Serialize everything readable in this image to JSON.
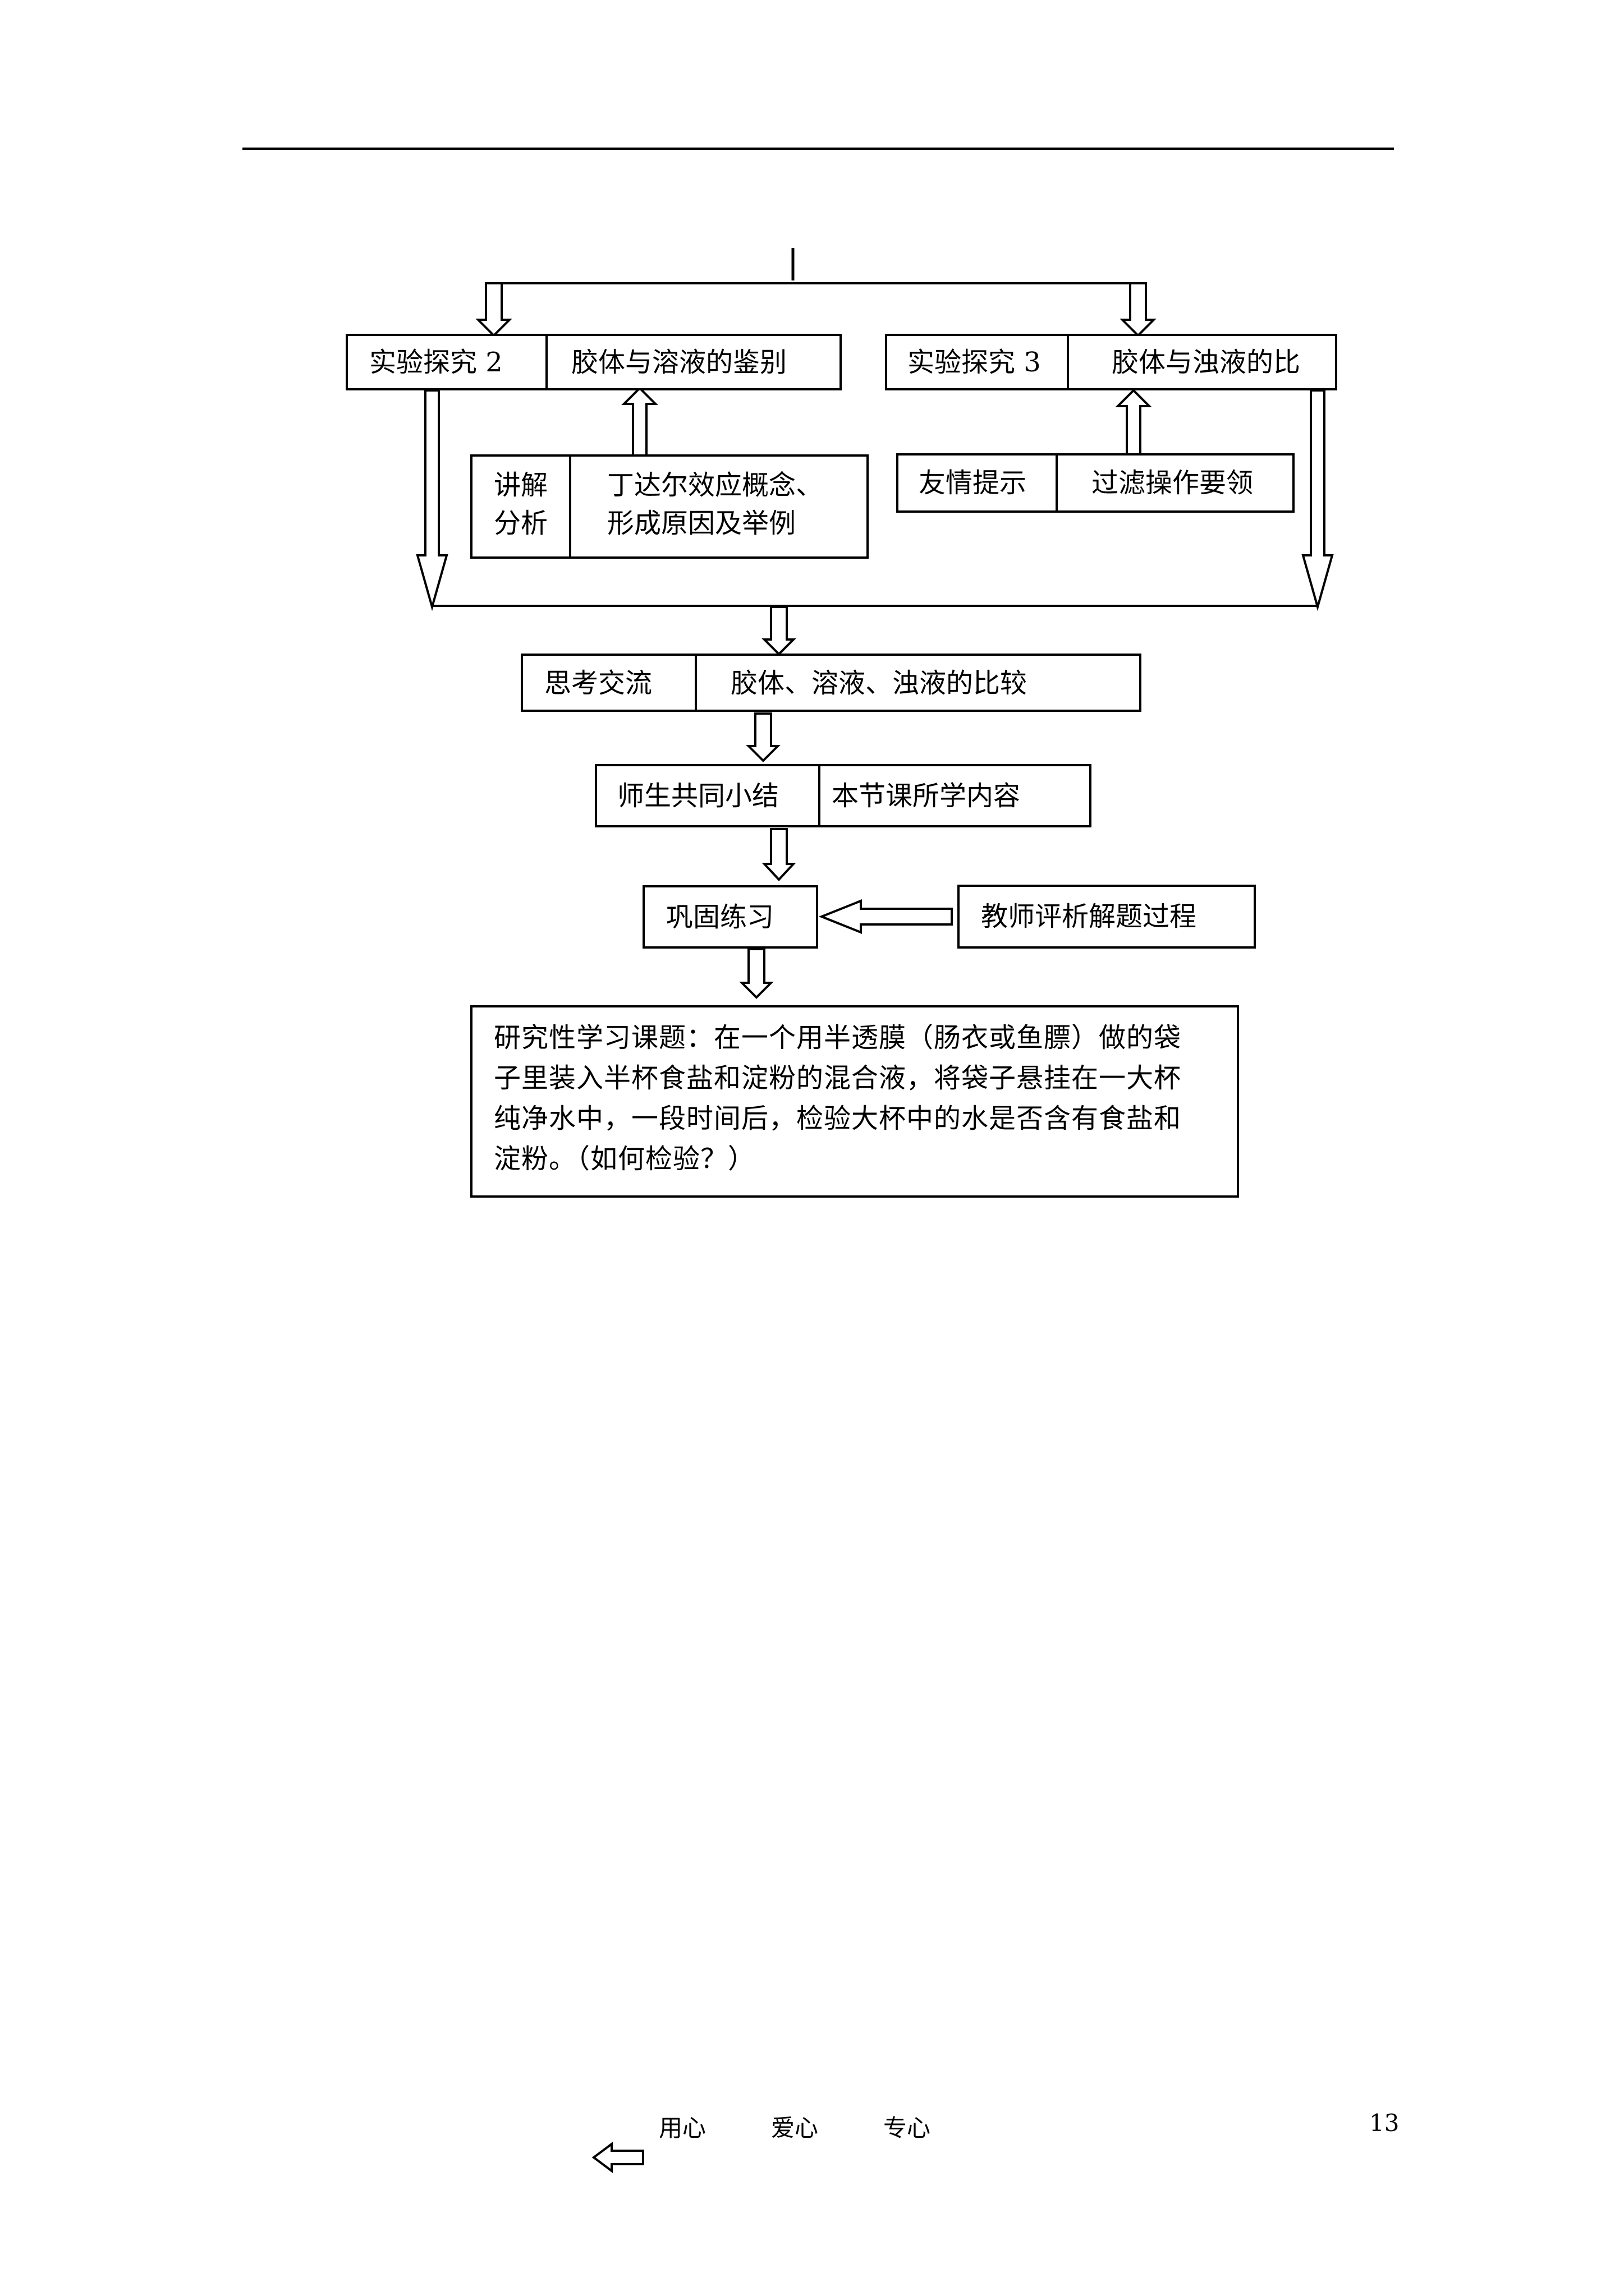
{
  "flowchart": {
    "exp2": {
      "label": "实验探究 2",
      "content": "胶体与溶液的鉴别"
    },
    "exp3": {
      "label": "实验探究 3",
      "content": "胶体与浊液的比"
    },
    "explain": {
      "label_line1": "讲解",
      "label_line2": "分析",
      "content_line1": "丁达尔效应概念、",
      "content_line2": "形成原因及举例"
    },
    "tip": {
      "label": "友情提示",
      "content": "过滤操作要领"
    },
    "discuss": {
      "label": "思考交流",
      "content": "胶体、溶液、浊液的比较"
    },
    "summary": {
      "label": "师生共同小结",
      "content": "本节课所学内容"
    },
    "practice": {
      "label": "巩固练习"
    },
    "teacher": {
      "label": "教师评析解题过程"
    },
    "research": {
      "line1": "研究性学习课题：在一个用半透膜（肠衣或鱼膘）做的袋",
      "line2": "子里装入半杯食盐和淀粉的混合液，将袋子悬挂在一大杯",
      "line3": "纯净水中，一段时间后，检验大杯中的水是否含有食盐和",
      "line4": "淀粉。（如何检验？）"
    }
  },
  "footer": {
    "motto1": "用心",
    "motto2": "爱心",
    "motto3": "专心",
    "page_number": "13"
  },
  "colors": {
    "ink": "#000000",
    "paper": "#ffffff"
  }
}
